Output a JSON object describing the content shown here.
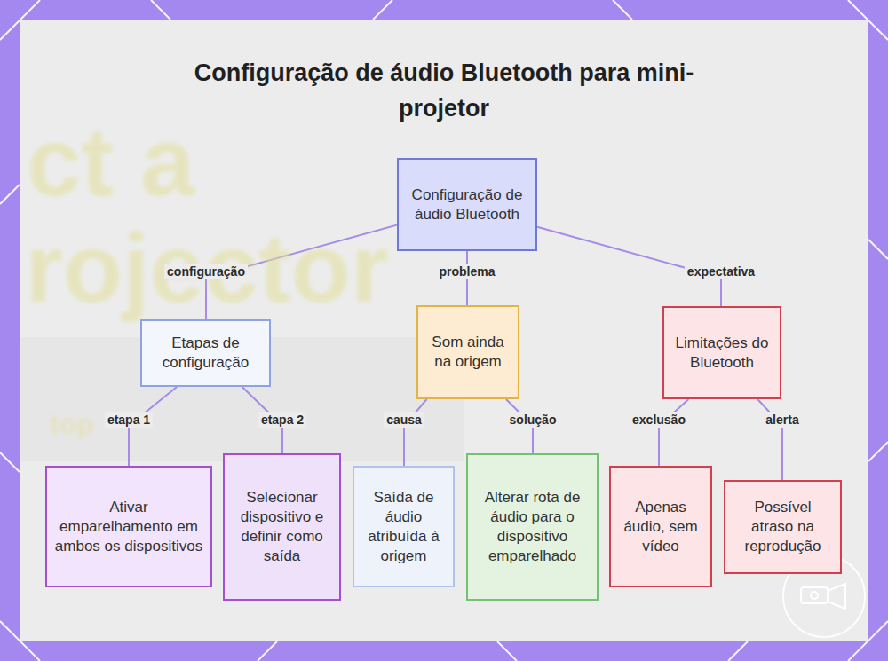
{
  "diagram": {
    "title": "Configuração de áudio Bluetooth para mini-projetor",
    "nodes": [
      {
        "text": [
          "Configuração de áudio Bluetooth"
        ]
      },
      {
        "text": [
          "Etapas de configuração"
        ]
      },
      {
        "text": [
          "Som ainda na origem"
        ]
      },
      {
        "text": [
          "Limitações do Bluetooth"
        ]
      },
      {
        "text": [
          "Ativar emparelhamento em ambos os dispositivos"
        ]
      },
      {
        "text": [
          "Selecionar dispositivo e definir como saída"
        ]
      },
      {
        "text": [
          "Saída de áudio atribuída à origem"
        ]
      },
      {
        "text": [
          "Alterar rota de áudio para o dispositivo emparelhado"
        ]
      },
      {
        "text": [
          "Apenas áudio, sem vídeo"
        ]
      },
      {
        "text": [
          "Possível atraso na reprodução"
        ]
      }
    ],
    "edges": [
      {
        "from": 0,
        "to": 1,
        "label": "configuração",
        "arrow": "none"
      },
      {
        "from": 0,
        "to": 2,
        "label": "problema",
        "arrow": "none"
      },
      {
        "from": 0,
        "to": 3,
        "label": "expectativa",
        "arrow": "none"
      },
      {
        "from": 1,
        "to": 4,
        "label": "etapa 1",
        "arrow": "none"
      },
      {
        "from": 1,
        "to": 5,
        "label": "etapa 2",
        "arrow": "none"
      },
      {
        "from": 2,
        "to": 6,
        "label": "causa",
        "arrow": "none"
      },
      {
        "from": 2,
        "to": 7,
        "label": "solução",
        "arrow": "none"
      },
      {
        "from": 3,
        "to": 8,
        "label": "exclusão",
        "arrow": "none"
      },
      {
        "from": 3,
        "to": 9,
        "label": "alerta",
        "arrow": "none"
      }
    ],
    "labels": [
      "ct a",
      "rojector",
      "top"
    ]
  }
}
